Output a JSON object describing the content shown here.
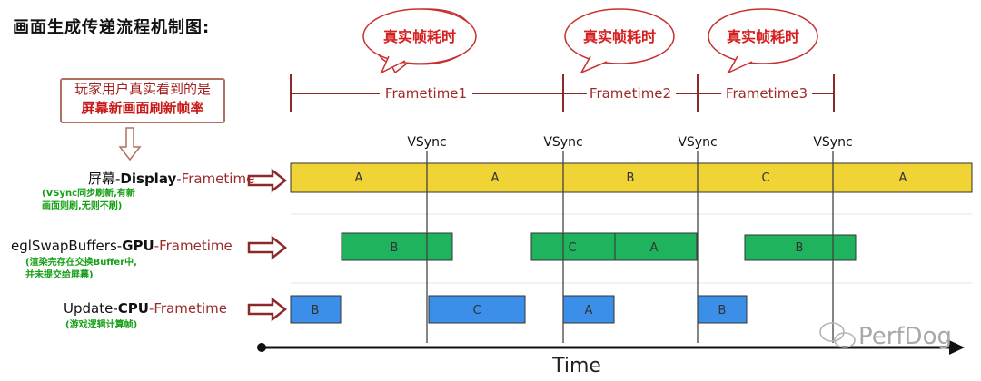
{
  "title": "画面生成传递流程机制图:",
  "bubbles": [
    "真实帧耗时",
    "真实帧耗时",
    "真实帧耗时"
  ],
  "frametimes": [
    "Frametime1",
    "Frametime2",
    "Frametime3"
  ],
  "viewer_note": {
    "line1": "玩家用户真实看到的是",
    "line2": "屏幕新画面刷新帧率"
  },
  "vsync_label": "VSync",
  "rows": {
    "display": {
      "label_pre": "屏幕-",
      "label_bold": "Display",
      "label_post": "-Frametime",
      "note_line1": "(VSync同步刷新,有新",
      "note_line2": "画面则刷,无则不刷)"
    },
    "gpu": {
      "label_pre": "eglSwapBuffers-",
      "label_bold": "GPU",
      "label_post": "-Frametime",
      "note_line1": "(渲染完存在交换Buffer中,",
      "note_line2": "并未提交给屏幕)"
    },
    "cpu": {
      "label_pre": "Update-",
      "label_bold": "CPU",
      "label_post": "-Frametime",
      "note_line1": "(游戏逻辑计算帧)"
    }
  },
  "segments": {
    "display": [
      "A",
      "A",
      "B",
      "C",
      "A"
    ],
    "gpu": [
      "B",
      "C",
      "A",
      "B"
    ],
    "cpu": [
      "B",
      "C",
      "A",
      "B"
    ]
  },
  "axis_label": "Time",
  "watermark": "PerfDog",
  "colors": {
    "display": "#f0d335",
    "gpu": "#1fb35e",
    "cpu": "#3b8fe8",
    "bracket": "#8a2a2a",
    "bubble_stroke": "#c83030"
  }
}
